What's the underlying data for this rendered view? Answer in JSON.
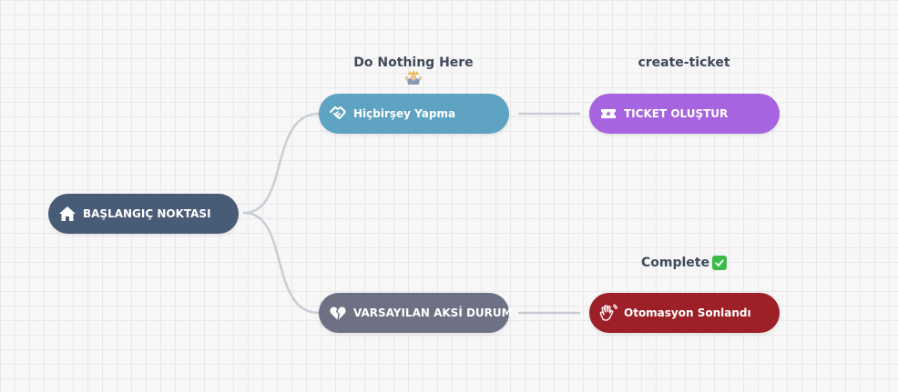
{
  "nodes": {
    "start": {
      "label": "BAŞLANGIÇ NOKTASI",
      "color": "#485c77",
      "icon": "home-icon"
    },
    "do_nothing": {
      "label": "Hiçbirşey Yapma",
      "color": "#5fa3c2",
      "icon": "handshake-icon"
    },
    "default": {
      "label": "VARSAYILAN AKSİ DURUM",
      "color": "#6e7084",
      "icon": "broken-heart-icon"
    },
    "ticket": {
      "label": "TICKET OLUŞTUR",
      "color": "#a764e0",
      "icon": "ticket-icon"
    },
    "end": {
      "label": "Otomasyon Sonlandı",
      "color": "#9d1f27",
      "icon": "waving-hands-icon"
    }
  },
  "captions": {
    "do_nothing": "Do Nothing Here",
    "ticket": "create-ticket",
    "end": "Complete"
  },
  "connector_color": "#c8cdd6"
}
